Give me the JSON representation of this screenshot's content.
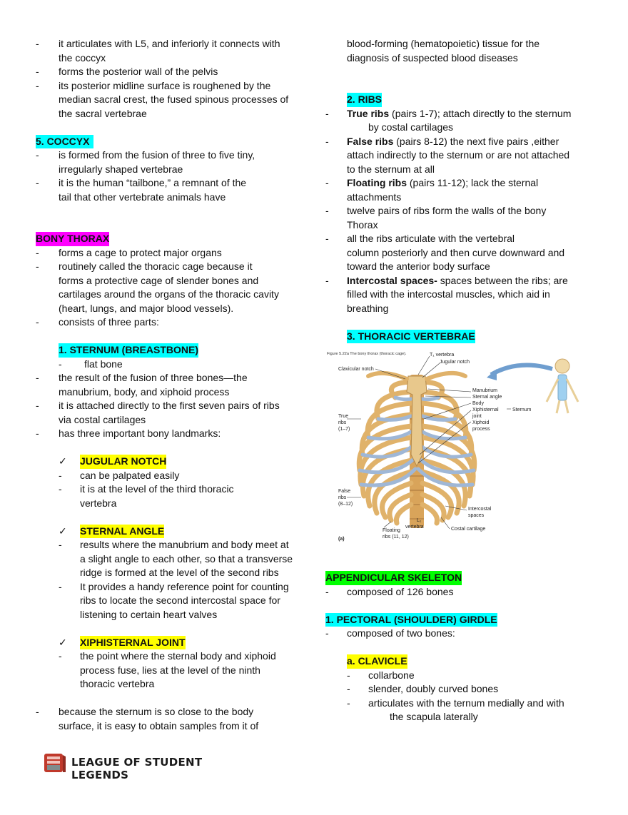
{
  "left": {
    "sacrum_bullets": [
      [
        "it articulates with L5, and inferiorly it connects with",
        "the coccyx"
      ],
      [
        "forms the posterior wall of the pelvis"
      ],
      [
        "its posterior midline surface is roughened by the",
        "median sacral crest, the fused spinous processes of",
        "the sacral vertebrae"
      ]
    ],
    "coccyx_heading": "5.  COCCYX",
    "coccyx_bullets": [
      [
        "is formed from the fusion of three to five tiny,",
        "irregularly shaped vertebrae"
      ],
      [
        "it is the human “tailbone,” a remnant of the",
        "tail that other vertebrate animals have"
      ]
    ],
    "thorax_heading": "BONY THORAX",
    "thorax_bullets": [
      [
        "forms a cage to protect major organs"
      ],
      [
        "routinely called the thoracic cage because it",
        "forms a protective cage of slender bones and",
        "cartilages around the organs of the thoracic cavity",
        "(heart, lungs, and major blood vessels)."
      ],
      [
        "consists of three parts:"
      ]
    ],
    "sternum_heading": "1.  STERNUM (BREASTBONE)",
    "sternum_sub": "flat bone",
    "sternum_bullets": [
      [
        "the result of the fusion of three bones—the",
        "manubrium, body, and xiphoid process"
      ],
      [
        "it is attached directly to the first seven pairs of ribs",
        "via costal cartilages"
      ],
      [
        "has three important bony landmarks:"
      ]
    ],
    "jugular_heading": "JUGULAR NOTCH",
    "jugular_bullets": [
      [
        "can be palpated easily"
      ],
      [
        "it is at the level of the third thoracic",
        "vertebra"
      ]
    ],
    "sternal_angle_heading": "STERNAL ANGLE",
    "sternal_angle_bullets": [
      [
        "results where the manubrium and body meet at",
        "a slight angle to each other, so that a transverse",
        "ridge is formed at the level of the second ribs"
      ],
      [
        "It provides a handy reference point for counting",
        "ribs to locate the second intercostal space for",
        "listening to certain heart valves"
      ]
    ],
    "xiphi_heading": "XIPHISTERNAL JOINT",
    "xiphi_bullets": [
      [
        "the point where the sternal body and xiphoid",
        "process fuse, lies at the level of the ninth",
        "thoracic vertebra"
      ]
    ],
    "final_bullet": [
      "because the sternum is so close to the body",
      "surface, it is easy to obtain samples from it of"
    ]
  },
  "right": {
    "continuation": [
      "blood-forming (hematopoietic) tissue for the",
      "diagnosis of suspected blood diseases"
    ],
    "ribs_heading": "2.  RIBS",
    "true_ribs": {
      "bold": "True ribs",
      "rest": " (pairs 1-7); attach directly to the sternum",
      "line2": "by costal cartilages"
    },
    "false_ribs": {
      "bold": "False ribs",
      "rest": " (pairs 8-12) the next five pairs ,either",
      "line2": "attach indirectly to the sternum or are not attached",
      "line3": "to the sternum at all"
    },
    "floating_ribs": {
      "bold": "Floating ribs",
      "rest": " (pairs 11-12); lack the sternal",
      "line2": "attachments"
    },
    "ribs_bullets": [
      [
        "twelve pairs of ribs form the walls of the bony",
        "Thorax"
      ],
      [
        "all the ribs articulate with the vertebral",
        "column posteriorly and then curve downward and",
        "toward the anterior body surface"
      ]
    ],
    "intercostal": {
      "bold": "Intercostal spaces-",
      "rest": " spaces between the ribs; are",
      "line2": "filled with the intercostal muscles, which aid in",
      "line3": "breathing"
    },
    "thoracic_heading": "3.  THORACIC VERTEBRAE",
    "figure": {
      "caption": "Figure 5.22a The bony thorax (thoracic cage).",
      "labels": {
        "t1": "T₁ vertebra",
        "jugular": "Jugular notch",
        "clavicular": "Clavicular notch",
        "manubrium": "Manubrium",
        "sternal_angle": "Sternal angle",
        "body": "Body",
        "xiphisternal": "Xiphisternal",
        "joint": "joint",
        "xiphoid": "Xiphoid",
        "process": "process",
        "sternum": "Sternum",
        "true1": "True",
        "true2": "ribs",
        "true3": "(1–7)",
        "false1": "False",
        "false2": "ribs",
        "false3": "(8–12)",
        "intercostal1": "Intercostal",
        "intercostal2": "spaces",
        "costal": "Costal cartilage",
        "l1": "L₁",
        "vertebra": "vertebra",
        "floating1": "Floating",
        "floating2": "ribs (11, 12)",
        "panel": "(a)"
      }
    },
    "appendicular_heading": "APPENDICULAR SKELETON",
    "appendicular_bullet": "composed of 126 bones",
    "pectoral_heading": "1.  PECTORAL (SHOULDER) GIRDLE",
    "pectoral_bullet": "composed of two bones:",
    "clavicle_heading": "a.  CLAVICLE",
    "clavicle_bullets": [
      [
        "collarbone"
      ],
      [
        "slender, doubly curved bones"
      ],
      [
        "articulates with the ternum medially and with",
        "the scapula laterally"
      ]
    ]
  },
  "footer": {
    "logo_text": "LEAGUE OF STUDENT LEGENDS"
  },
  "colors": {
    "cyan": "#00ffff",
    "yellow": "#ffff00",
    "magenta": "#ff00ff",
    "green": "#00ff00"
  }
}
